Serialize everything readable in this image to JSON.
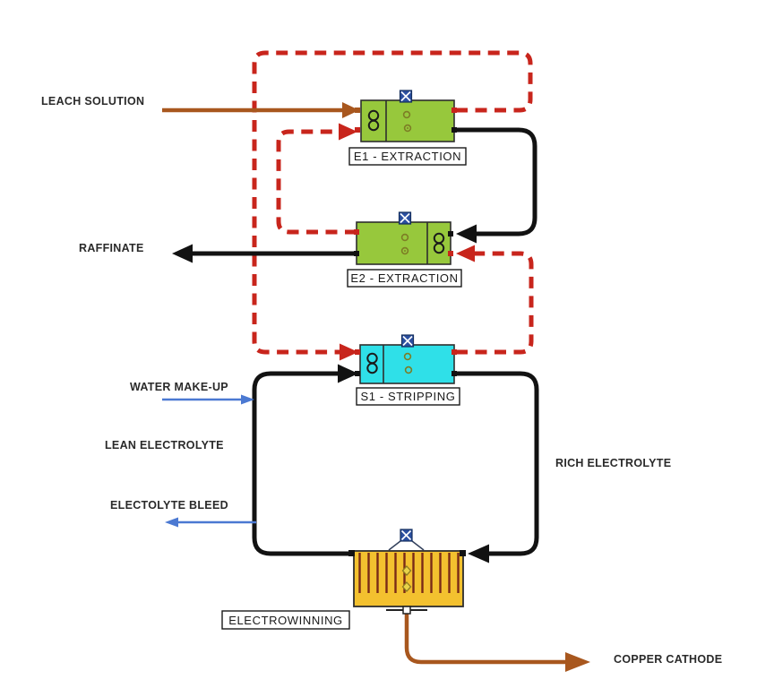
{
  "colors": {
    "organic": "#C8251C",
    "black_line": "#121212",
    "leach": "#A8571E",
    "copper": "#A8571E",
    "blue": "#4B79D2",
    "extraction_fill": "#97C83C",
    "stripping_fill": "#2FE0E8",
    "electrowinning_fill": "#F3C12F",
    "electrode": "#7A2B17",
    "box_border": "#2e2e2e",
    "valve": "#2B4FA0",
    "diamond_fill": "#E8D24A",
    "diamond_edge": "#8A7A20"
  },
  "units": {
    "e1": {
      "label": "E1 - EXTRACTION"
    },
    "e2": {
      "label": "E2 - EXTRACTION"
    },
    "s1": {
      "label": "S1 - STRIPPING"
    },
    "ew": {
      "label": "ELECTROWINNING"
    }
  },
  "streams": {
    "leach_solution": "LEACH SOLUTION",
    "raffinate": "RAFFINATE",
    "water_makeup": "WATER MAKE-UP",
    "lean_electrolyte": "LEAN ELECTROLYTE",
    "electrolyte_bleed": "ELECTOLYTE BLEED",
    "rich_electrolyte": "RICH ELECTROLYTE",
    "copper_cathode": "COPPER CATHODE"
  }
}
